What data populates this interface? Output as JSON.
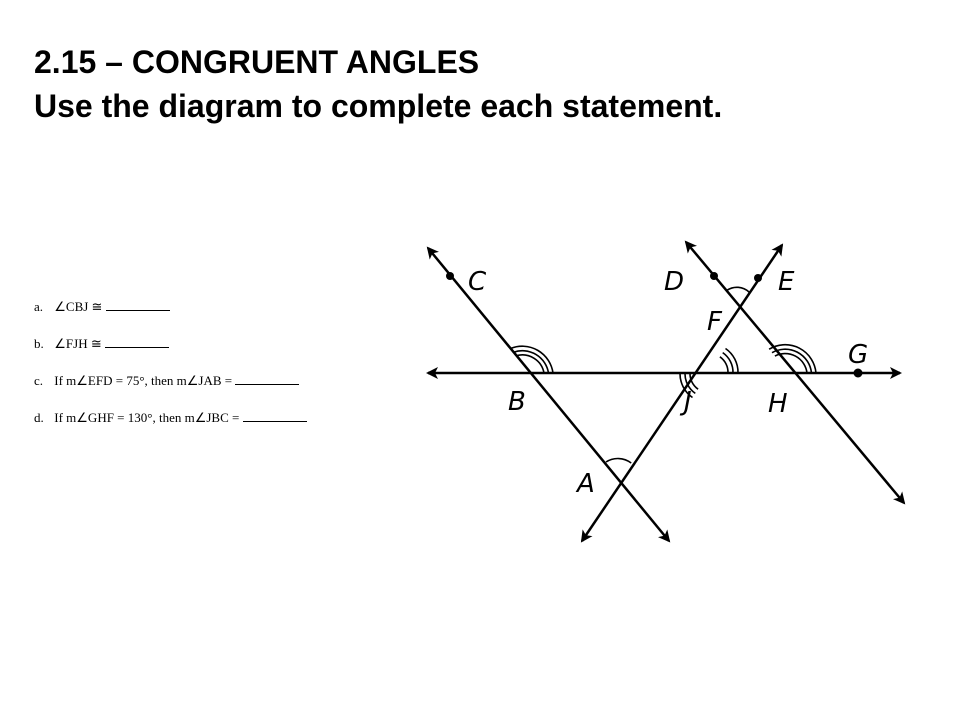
{
  "title": {
    "line1": "2.15 – CONGRUENT ANGLES",
    "line2": "Use the diagram to complete each statement."
  },
  "statements": [
    {
      "letter": "a.",
      "text": "∠CBJ ≅"
    },
    {
      "letter": "b.",
      "text": "∠FJH ≅"
    },
    {
      "letter": "c.",
      "text": "If m∠EFD = 75°, then m∠JAB ="
    },
    {
      "letter": "d.",
      "text": "If m∠GHF = 130°, then m∠JBC ="
    }
  ],
  "diagram": {
    "points": {
      "C": "C",
      "D": "D",
      "E": "E",
      "F": "F",
      "G": "G",
      "B": "B",
      "J": "J",
      "H": "H",
      "A": "A"
    }
  }
}
